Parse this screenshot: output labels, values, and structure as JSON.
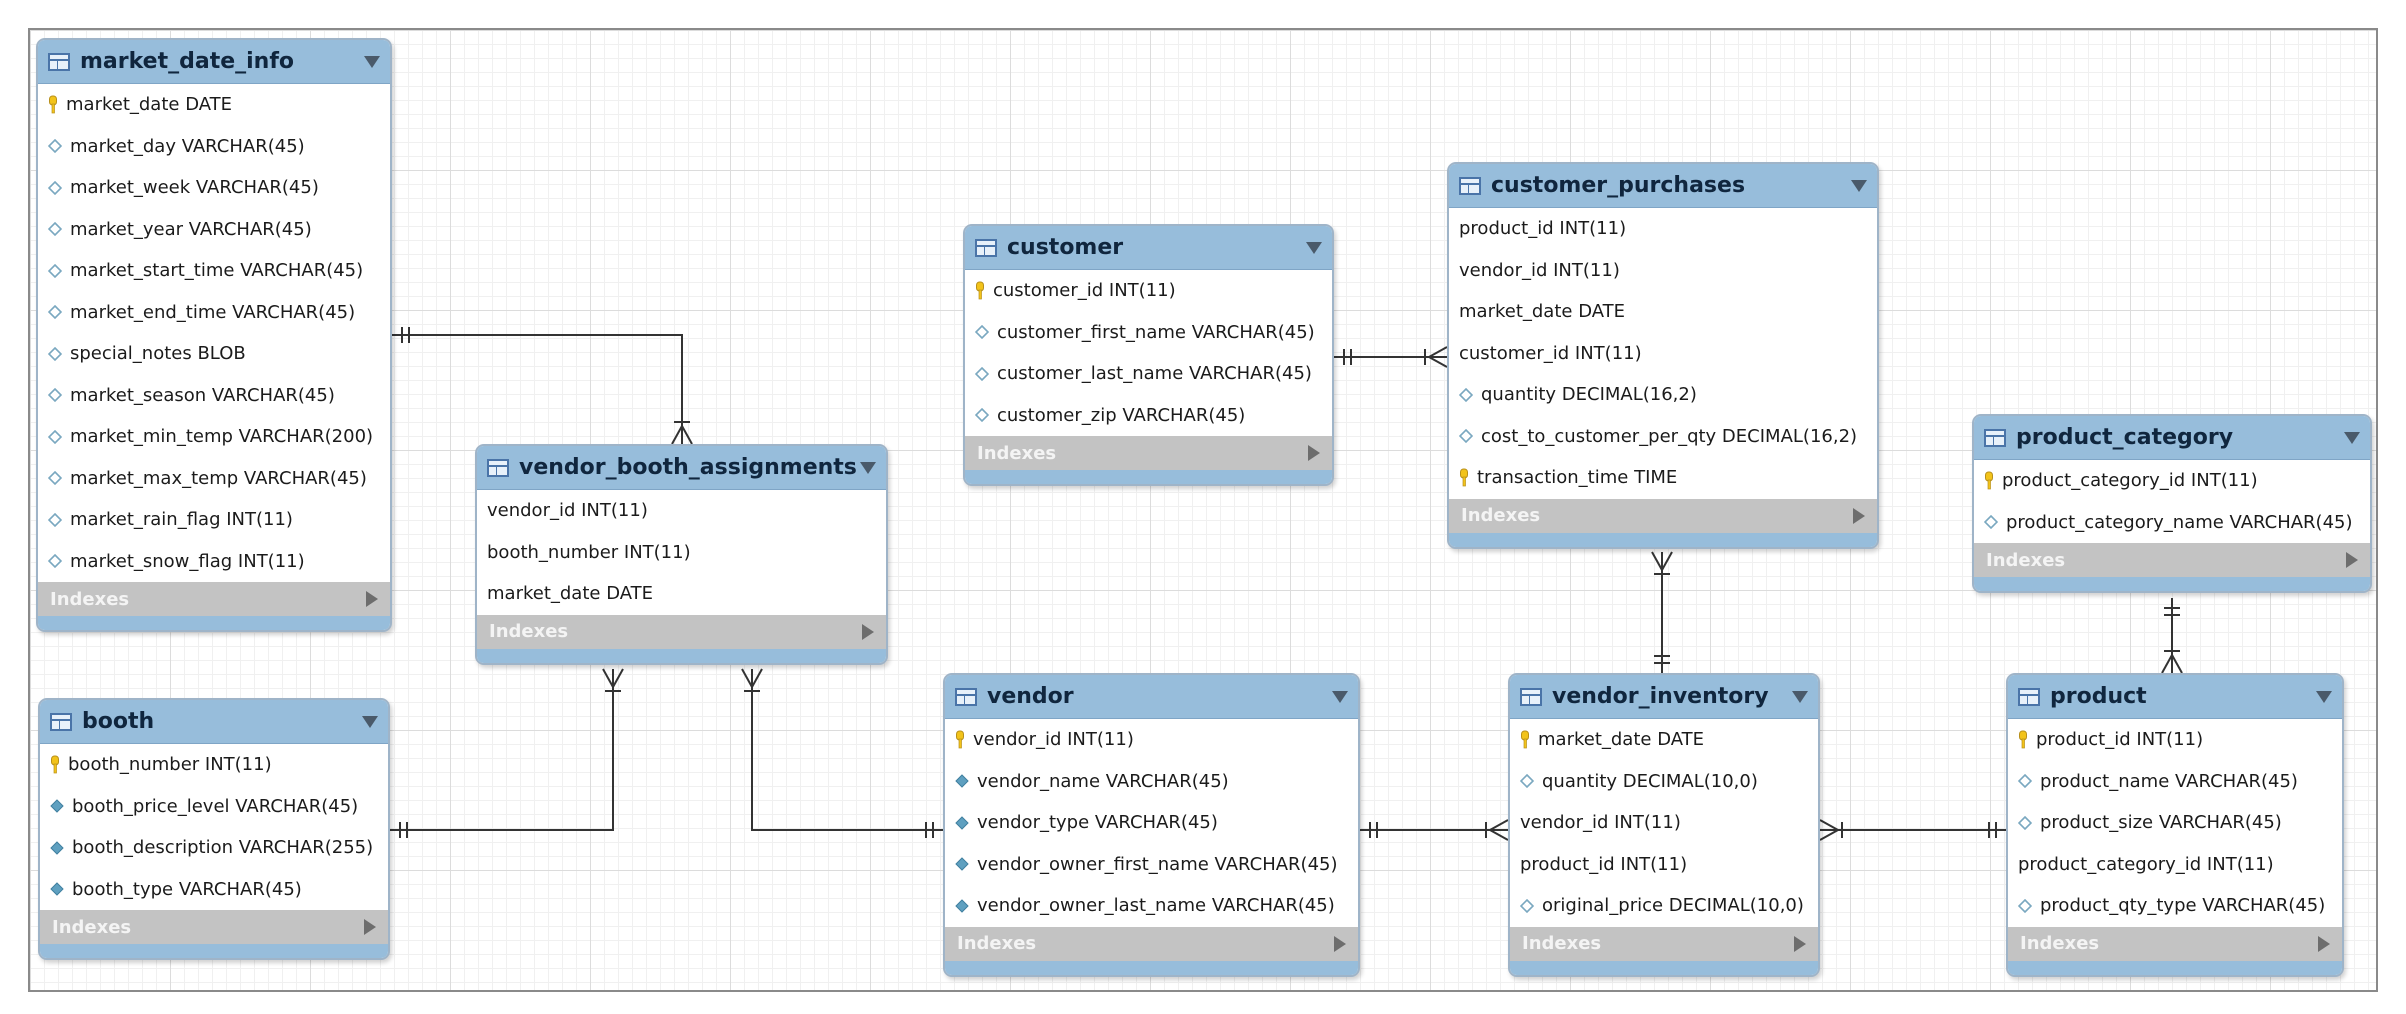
{
  "diagram": {
    "tables": [
      {
        "id": "market_date_info",
        "title": "market_date_info",
        "footer": "Indexes",
        "columns": [
          {
            "text": "market_date DATE",
            "icon": "key"
          },
          {
            "text": "market_day VARCHAR(45)",
            "icon": "diamond-open"
          },
          {
            "text": "market_week VARCHAR(45)",
            "icon": "diamond-open"
          },
          {
            "text": "market_year VARCHAR(45)",
            "icon": "diamond-open"
          },
          {
            "text": "market_start_time VARCHAR(45)",
            "icon": "diamond-open"
          },
          {
            "text": "market_end_time VARCHAR(45)",
            "icon": "diamond-open"
          },
          {
            "text": "special_notes BLOB",
            "icon": "diamond-open"
          },
          {
            "text": "market_season VARCHAR(45)",
            "icon": "diamond-open"
          },
          {
            "text": "market_min_temp VARCHAR(200)",
            "icon": "diamond-open"
          },
          {
            "text": "market_max_temp VARCHAR(45)",
            "icon": "diamond-open"
          },
          {
            "text": "market_rain_flag INT(11)",
            "icon": "diamond-open"
          },
          {
            "text": "market_snow_flag INT(11)",
            "icon": "diamond-open"
          }
        ]
      },
      {
        "id": "booth",
        "title": "booth",
        "footer": "Indexes",
        "columns": [
          {
            "text": "booth_number INT(11)",
            "icon": "key"
          },
          {
            "text": "booth_price_level VARCHAR(45)",
            "icon": "diamond-filled"
          },
          {
            "text": "booth_description VARCHAR(255)",
            "icon": "diamond-filled"
          },
          {
            "text": "booth_type VARCHAR(45)",
            "icon": "diamond-filled"
          }
        ]
      },
      {
        "id": "vendor_booth_assignments",
        "title": "vendor_booth_assignments",
        "footer": "Indexes",
        "columns": [
          {
            "text": "vendor_id INT(11)",
            "icon": "none"
          },
          {
            "text": "booth_number INT(11)",
            "icon": "none"
          },
          {
            "text": "market_date DATE",
            "icon": "none"
          }
        ]
      },
      {
        "id": "customer",
        "title": "customer",
        "footer": "Indexes",
        "columns": [
          {
            "text": "customer_id INT(11)",
            "icon": "key"
          },
          {
            "text": "customer_first_name VARCHAR(45)",
            "icon": "diamond-open"
          },
          {
            "text": "customer_last_name VARCHAR(45)",
            "icon": "diamond-open"
          },
          {
            "text": "customer_zip VARCHAR(45)",
            "icon": "diamond-open"
          }
        ]
      },
      {
        "id": "customer_purchases",
        "title": "customer_purchases",
        "footer": "Indexes",
        "columns": [
          {
            "text": "product_id INT(11)",
            "icon": "none"
          },
          {
            "text": "vendor_id INT(11)",
            "icon": "none"
          },
          {
            "text": "market_date DATE",
            "icon": "none"
          },
          {
            "text": "customer_id INT(11)",
            "icon": "none"
          },
          {
            "text": "quantity DECIMAL(16,2)",
            "icon": "diamond-open"
          },
          {
            "text": "cost_to_customer_per_qty DECIMAL(16,2)",
            "icon": "diamond-open"
          },
          {
            "text": "transaction_time TIME",
            "icon": "key"
          }
        ]
      },
      {
        "id": "product_category",
        "title": "product_category",
        "footer": "Indexes",
        "columns": [
          {
            "text": "product_category_id INT(11)",
            "icon": "key"
          },
          {
            "text": "product_category_name VARCHAR(45)",
            "icon": "diamond-open"
          }
        ]
      },
      {
        "id": "vendor",
        "title": "vendor",
        "footer": "Indexes",
        "columns": [
          {
            "text": "vendor_id INT(11)",
            "icon": "key"
          },
          {
            "text": "vendor_name VARCHAR(45)",
            "icon": "diamond-filled"
          },
          {
            "text": "vendor_type VARCHAR(45)",
            "icon": "diamond-filled"
          },
          {
            "text": "vendor_owner_first_name VARCHAR(45)",
            "icon": "diamond-filled"
          },
          {
            "text": "vendor_owner_last_name VARCHAR(45)",
            "icon": "diamond-filled"
          }
        ]
      },
      {
        "id": "vendor_inventory",
        "title": "vendor_inventory",
        "footer": "Indexes",
        "columns": [
          {
            "text": "market_date DATE",
            "icon": "key"
          },
          {
            "text": "quantity DECIMAL(10,0)",
            "icon": "diamond-open"
          },
          {
            "text": "vendor_id INT(11)",
            "icon": "none"
          },
          {
            "text": "product_id INT(11)",
            "icon": "none"
          },
          {
            "text": "original_price DECIMAL(10,0)",
            "icon": "diamond-open"
          }
        ]
      },
      {
        "id": "product",
        "title": "product",
        "footer": "Indexes",
        "columns": [
          {
            "text": "product_id INT(11)",
            "icon": "key"
          },
          {
            "text": "product_name VARCHAR(45)",
            "icon": "diamond-open"
          },
          {
            "text": "product_size VARCHAR(45)",
            "icon": "diamond-open"
          },
          {
            "text": "product_category_id INT(11)",
            "icon": "none"
          },
          {
            "text": "product_qty_type VARCHAR(45)",
            "icon": "diamond-open"
          }
        ]
      }
    ],
    "relationships": [
      {
        "from": "market_date_info",
        "to": "vendor_booth_assignments",
        "one_end": "one-and-only-one",
        "many_end": "one-or-many"
      },
      {
        "from": "booth",
        "to": "vendor_booth_assignments",
        "one_end": "one-and-only-one",
        "many_end": "one-or-many"
      },
      {
        "from": "vendor",
        "to": "vendor_booth_assignments",
        "one_end": "one-and-only-one",
        "many_end": "one-or-many"
      },
      {
        "from": "customer",
        "to": "customer_purchases",
        "one_end": "one-and-only-one",
        "many_end": "one-or-many"
      },
      {
        "from": "vendor_inventory",
        "to": "customer_purchases",
        "one_end": "one-and-only-one",
        "many_end": "one-or-many"
      },
      {
        "from": "vendor",
        "to": "vendor_inventory",
        "one_end": "one-and-only-one",
        "many_end": "one-or-many"
      },
      {
        "from": "product",
        "to": "vendor_inventory",
        "one_end": "one-and-only-one",
        "many_end": "one-or-many"
      },
      {
        "from": "product_category",
        "to": "product",
        "one_end": "one-and-only-one",
        "many_end": "one-or-many"
      }
    ],
    "colors": {
      "header": "#97bddb",
      "footer": "#c3c3c3",
      "key": "#f2c31a",
      "line": "#333333"
    }
  }
}
